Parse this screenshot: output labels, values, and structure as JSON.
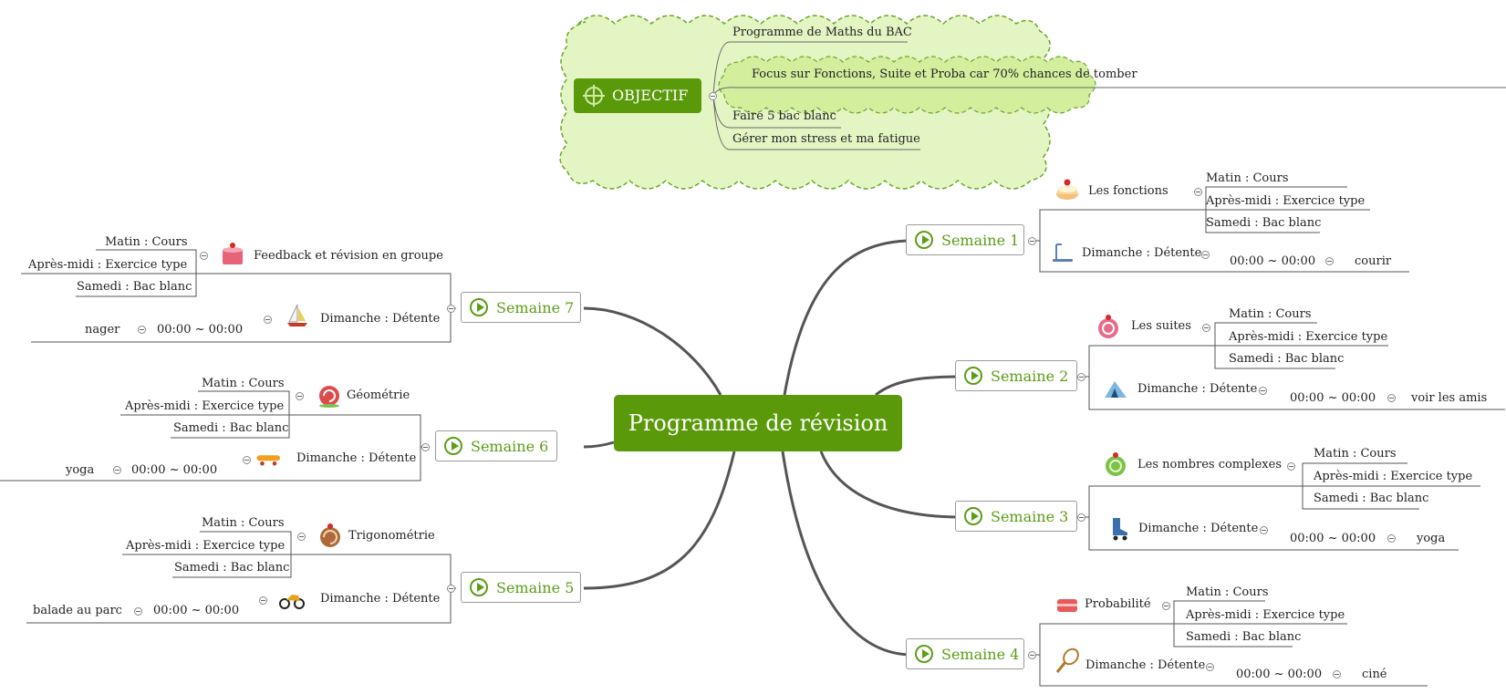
{
  "central": {
    "title": "Programme de révision"
  },
  "objectif": {
    "label": "OBJECTIF",
    "items": [
      "Programme de Maths du BAC",
      "Focus sur Fonctions, Suite et Proba car 70% chances de tomber",
      "Faire 5 bac blanc",
      "Gérer mon stress et ma fatigue"
    ]
  },
  "schedule": {
    "matin": "Matin : Cours",
    "apres_midi": "Après-midi : Exercice type",
    "samedi": "Samedi : Bac blanc",
    "dimanche": "Dimanche : Détente",
    "time": "00:00 ~ 00:00"
  },
  "weeks": {
    "w1": {
      "label": "Semaine 1",
      "topic": "Les fonctions",
      "activity": "courir"
    },
    "w2": {
      "label": "Semaine 2",
      "topic": "Les suites",
      "activity": "voir les amis"
    },
    "w3": {
      "label": "Semaine 3",
      "topic": "Les nombres complexes",
      "activity": "yoga"
    },
    "w4": {
      "label": "Semaine 4",
      "topic": "Probabilité",
      "activity": "ciné"
    },
    "w5": {
      "label": "Semaine 5",
      "topic": "Trigonométrie",
      "activity": "balade au parc"
    },
    "w6": {
      "label": "Semaine 6",
      "topic": "Géométrie",
      "activity": "yoga"
    },
    "w7": {
      "label": "Semaine 7",
      "topic": "Feedback et révision en groupe",
      "activity": "nager"
    }
  },
  "icons": {
    "objectif": "target-icon",
    "week": "play-icon",
    "w1_topic": "cake-icon",
    "w1_sunday": "treadmill-icon",
    "w2_topic": "cake-icon",
    "w2_sunday": "tent-icon",
    "w3_topic": "cake-icon",
    "w3_sunday": "rollerskate-icon",
    "w4_topic": "cake-icon",
    "w4_sunday": "tennis-racket-icon",
    "w5_topic": "cake-icon",
    "w5_sunday": "motorcycle-icon",
    "w6_topic": "cake-icon",
    "w6_sunday": "skateboard-icon",
    "w7_topic": "cake-icon",
    "w7_sunday": "sailboat-icon"
  },
  "colors": {
    "accent": "#5a9a0a",
    "week_text": "#5a9e17",
    "cloud_fill": "#e4f5c4",
    "cloud_border": "#6aa72a"
  }
}
